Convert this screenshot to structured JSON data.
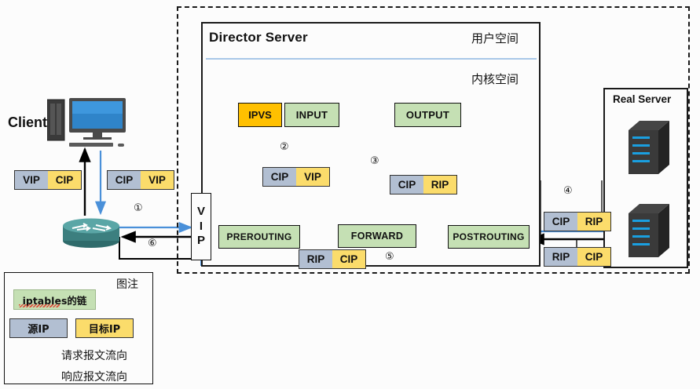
{
  "diagram": {
    "title": "LVS NAT packet flow diagram",
    "director": {
      "title": "Director Server",
      "user_space_label": "用户空间",
      "kernel_space_label": "内核空间",
      "ipvs_label": "IPVS",
      "vip_interface": [
        "V",
        "I",
        "P"
      ],
      "chains": [
        {
          "name": "INPUT",
          "label": "INPUT"
        },
        {
          "name": "OUTPUT",
          "label": "OUTPUT"
        },
        {
          "name": "PREROUTING",
          "label": "PREROUTING"
        },
        {
          "name": "FORWARD",
          "label": "FORWARD"
        },
        {
          "name": "POSTROUTING",
          "label": "POSTROUTING"
        }
      ]
    },
    "client": {
      "label": "Client"
    },
    "real_server": {
      "title": "Real Server",
      "count": 2
    },
    "ip_pairs": [
      {
        "id": "client-left",
        "src": "VIP",
        "dst": "CIP"
      },
      {
        "id": "client-right",
        "src": "CIP",
        "dst": "VIP"
      },
      {
        "id": "step2",
        "src": "CIP",
        "dst": "VIP"
      },
      {
        "id": "step3",
        "src": "CIP",
        "dst": "RIP"
      },
      {
        "id": "step5",
        "src": "RIP",
        "dst": "CIP"
      },
      {
        "id": "rs-top",
        "src": "CIP",
        "dst": "RIP"
      },
      {
        "id": "rs-bottom",
        "src": "RIP",
        "dst": "CIP"
      }
    ],
    "steps": [
      {
        "id": 1,
        "marker": "①"
      },
      {
        "id": 2,
        "marker": "②"
      },
      {
        "id": 3,
        "marker": "③"
      },
      {
        "id": 4,
        "marker": "④"
      },
      {
        "id": 5,
        "marker": "⑤"
      },
      {
        "id": 6,
        "marker": "⑥"
      }
    ],
    "legend": {
      "title": "图注",
      "chain_label": "iptables的链",
      "source_ip_label": "源IP",
      "dest_ip_label": "目标IP",
      "request_flow_label": "请求报文流向",
      "response_flow_label": "响应报文流向"
    },
    "colors": {
      "chain_green": "#c5e0b4",
      "ipvs_orange": "#ffc000",
      "source_ip_gray": "#b2bfd2",
      "dest_ip_yellow": "#fbdc6b",
      "request_arrow_blue": "#4a90d9",
      "response_arrow_black": "#000000",
      "divider_blue": "#a8c7e8",
      "server_dark": "#2b2b2b",
      "router_teal": "#4a8c8c"
    }
  }
}
